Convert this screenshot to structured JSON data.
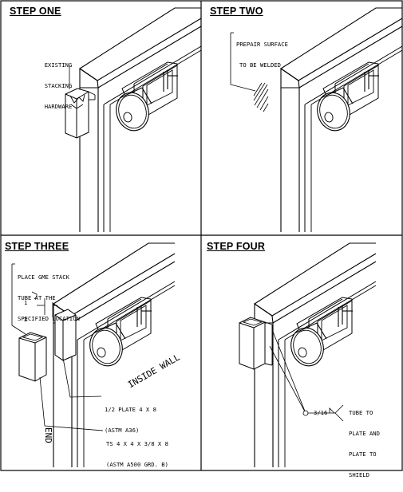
{
  "panels": {
    "step_one": {
      "title": "STEP ONE",
      "notes": {
        "existing_hardware": [
          "EXISTING",
          "STACKING",
          "HARDWARE"
        ]
      }
    },
    "step_two": {
      "title": "STEP TWO",
      "notes": {
        "prepare_surface": [
          "PREPAIR SURFACE",
          "TO BE WELDED"
        ]
      }
    },
    "step_three": {
      "title": "STEP THREE",
      "notes": {
        "place_tube": [
          "PLACE GME STACK",
          "TUBE AT THE",
          "SPECIFIED LOCATION"
        ],
        "gap_dimension": [
          "1",
          "2"
        ],
        "plate": [
          "1/2 PLATE 4 X 8",
          "(ASTM A36)"
        ],
        "tube_section": [
          "TS 4 X 4 X 3/8 X 8",
          "(ASTM A500 GRD. B)"
        ],
        "inside_wall": "INSIDE WALL",
        "end": "END"
      }
    },
    "step_four": {
      "title": "STEP FOUR",
      "notes": {
        "weld_size": "3/16",
        "weld_callout": [
          "TUBE TO",
          "PLATE AND",
          "PLATE TO",
          "SHIELD"
        ]
      }
    }
  },
  "colors": {
    "line": "#000000",
    "background": "#ffffff"
  }
}
